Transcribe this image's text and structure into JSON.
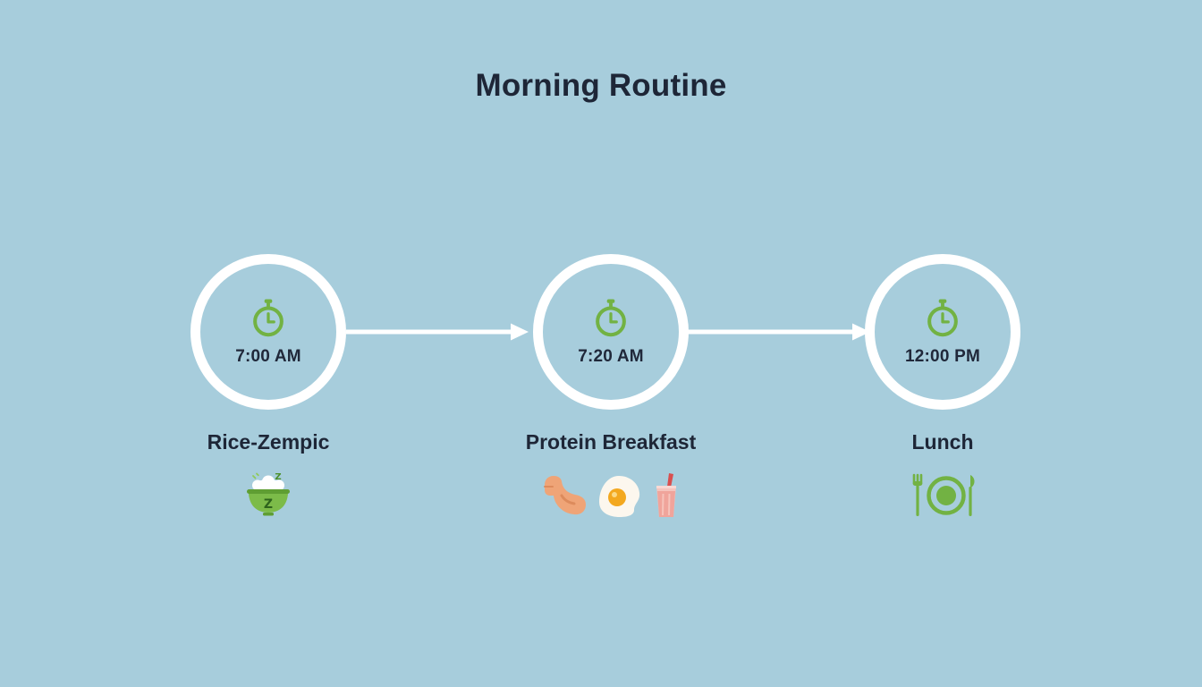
{
  "title": "Morning Routine",
  "steps": [
    {
      "time": "7:00 AM",
      "label": "Rice-Zempic",
      "icon_letter": "Z",
      "icons": [
        "rice-bowl"
      ]
    },
    {
      "time": "7:20 AM",
      "label": "Protein Breakfast",
      "icons": [
        "flexed-biceps",
        "fried-egg",
        "beverage"
      ]
    },
    {
      "time": "12:00 PM",
      "label": "Lunch",
      "icons": [
        "plate-with-cutlery"
      ]
    }
  ],
  "colors": {
    "background": "#a7cddc",
    "text": "#1e2637",
    "accent_green": "#72b243",
    "ring_white": "#ffffff",
    "skin_tone": "#efa477",
    "egg_yolk": "#f3a81f",
    "drink_pink": "#f0a49b",
    "straw_red": "#d94f4f"
  }
}
